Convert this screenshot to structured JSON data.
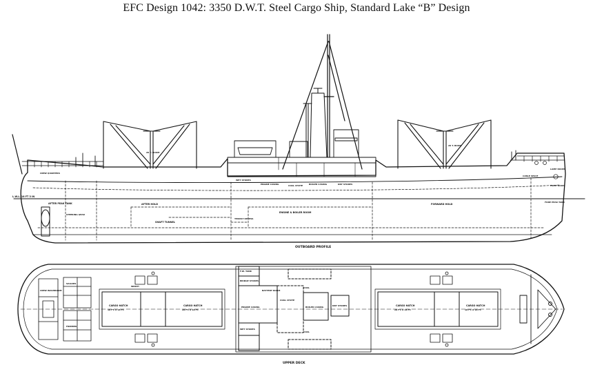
{
  "title": "EFC Design 1042:  3350 D.W.T. Steel Cargo Ship, Standard Lake “B” Design",
  "profile": {
    "caption": "OUTBOARD PROFILE",
    "lwl": "L.W.L. 18 FT 3 IN",
    "after_peak_tank": "AFTER PEAK TANK",
    "crew_quarters": "CREW QUARTERS",
    "after_hold": "AFTER HOLD",
    "shaft_tunnel": "SHAFT TUNNEL",
    "thrust_recess": "THRUST RECESS",
    "forward_hold": "FORWARD HOLD",
    "engine_boiler_room": "ENGINE & BOILER ROOM",
    "wet_stores": "WET STORES",
    "engine_casing": "ENGINE CASING",
    "coal_chute": "COAL CHUTE",
    "boiler_casing": "BOILER CASING",
    "dry_stores": "DRY STORES",
    "boom_aft": "20 T. BOOM",
    "boom_fwd": "20 T. BOOM",
    "lamp_room": "LAMP ROOM",
    "cable_space": "CABLE SPACE",
    "fore_peak_tank": "FORE PEAK TANK",
    "paint_room": "PAINT ROOM",
    "steering_gear": "STEERING GEAR"
  },
  "deck": {
    "caption": "UPPER DECK",
    "cargo_hatch_1": "CARGO HATCH",
    "cargo_hatch_1_size": "18 FT. X 18 FT.",
    "cargo_hatch_2": "CARGO HATCH",
    "cargo_hatch_2_size": "28 FT. X 18 FT.",
    "cargo_hatch_3": "CARGO HATCH",
    "cargo_hatch_3_size": "28 FT. X 18 FT.",
    "cargo_hatch_4": "CARGO HATCH",
    "cargo_hatch_4_size": "18 FT. X 18 FT.",
    "engine_casing": "ENGINE CASING",
    "boiler_casing": "BOILER CASING",
    "coal_chute": "COAL CHUTE",
    "fw_tank": "F.W. TANK",
    "bridge_stores": "BRIDGE STORES",
    "wet_stores": "WET STORES",
    "battery_room": "BATTERY ROOM",
    "dry_stores": "DRY STORES",
    "coal_1": "COAL",
    "coal_2": "COAL",
    "sailors": "SAILORS",
    "firemen": "FIREMEN",
    "crew_washroom": "CREW WASHROOM",
    "winch": "WINCH"
  }
}
